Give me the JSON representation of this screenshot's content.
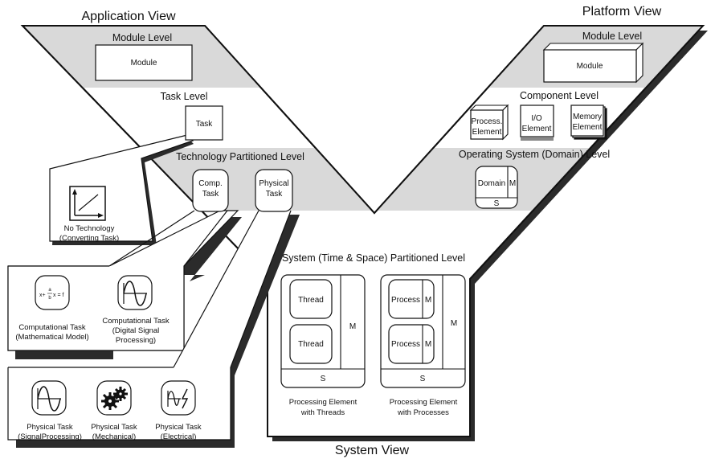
{
  "views": {
    "application": "Application View",
    "platform": "Platform View",
    "system": "System View"
  },
  "application": {
    "module_level": "Module Level",
    "module": "Module",
    "task_level": "Task Level",
    "task": "Task",
    "tech_level": "Technology Partitioned Level",
    "comp_task": [
      "Comp.",
      "Task"
    ],
    "physical_task": [
      "Physical",
      "Task"
    ],
    "no_tech": [
      "No Technology",
      "(Converting Task)"
    ],
    "computational": [
      {
        "icon": "equation-icon",
        "formula": [
          "x+",
          "a",
          "b",
          "x = f"
        ],
        "caption": [
          "Computational Task",
          "(Mathematical Model)"
        ]
      },
      {
        "icon": "sine-wave-icon",
        "caption": [
          "Computational Task",
          "(Digital Signal",
          "Processing)"
        ]
      }
    ],
    "physical": [
      {
        "icon": "sine-wave-icon",
        "caption": [
          "Physical Task",
          "(SignalProcessing)"
        ]
      },
      {
        "icon": "gears-icon",
        "caption": [
          "Physical Task",
          "(Mechanical)"
        ]
      },
      {
        "icon": "electrical-icon",
        "caption": [
          "Physical Task",
          "(Electrical)"
        ]
      }
    ]
  },
  "platform": {
    "module_level": "Module Level",
    "module": "Module",
    "component_level": "Component Level",
    "process_element": [
      "Process.",
      "Element"
    ],
    "io_element": [
      "I/O",
      "Element"
    ],
    "memory_element": [
      "Memory",
      "Element"
    ],
    "os_level": "Operating System (Domain) Level",
    "domain": "Domain",
    "m": "M",
    "s": "S"
  },
  "system": {
    "level": "System (Time & Space) Partitioned Level",
    "thread": "Thread",
    "process": "Process",
    "m": "M",
    "s": "S",
    "pe_threads": [
      "Processing Element",
      "with Threads"
    ],
    "pe_processes": [
      "Processing Element",
      "with Processes"
    ]
  },
  "colors": {
    "band": "#d9d9d9",
    "line": "#111111",
    "shadow": "#2b2b2b"
  }
}
